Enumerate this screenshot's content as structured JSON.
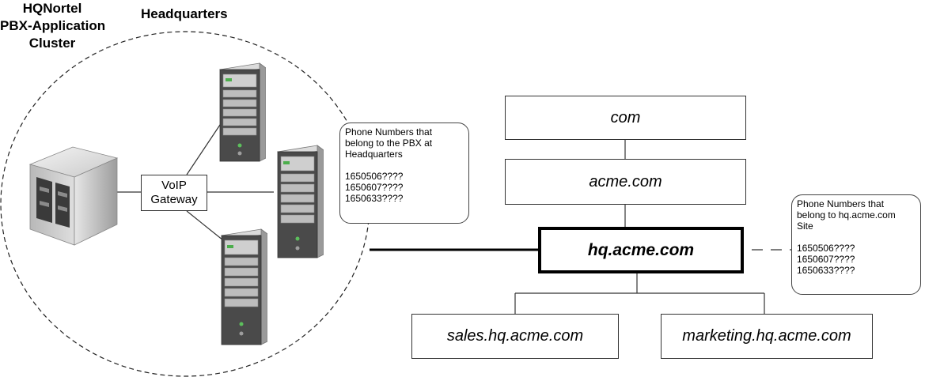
{
  "headquarters_title": "Headquarters",
  "cluster_label": [
    "HQNortel",
    "PBX-Application",
    "Cluster"
  ],
  "gateway_label": [
    "VoIP",
    "Gateway"
  ],
  "domains": {
    "com": "com",
    "acme": "acme.com",
    "hq": "hq.acme.com",
    "sales": "sales.hq.acme.com",
    "marketing": "marketing.hq.acme.com"
  },
  "callout_pbx": {
    "heading": [
      "Phone Numbers that",
      "belong to the PBX at",
      "Headquarters"
    ],
    "numbers": [
      "1650506????",
      "1650607????",
      "1650633????"
    ]
  },
  "callout_site": {
    "heading": [
      "Phone Numbers that",
      "belong to hq.acme.com",
      "Site"
    ],
    "numbers": [
      "1650506????",
      "1650607????",
      "1650633????"
    ]
  },
  "icons": {
    "pbx": "pbx-device-icon",
    "servers": [
      "server-tower-icon",
      "server-tower-icon",
      "server-tower-icon"
    ]
  }
}
